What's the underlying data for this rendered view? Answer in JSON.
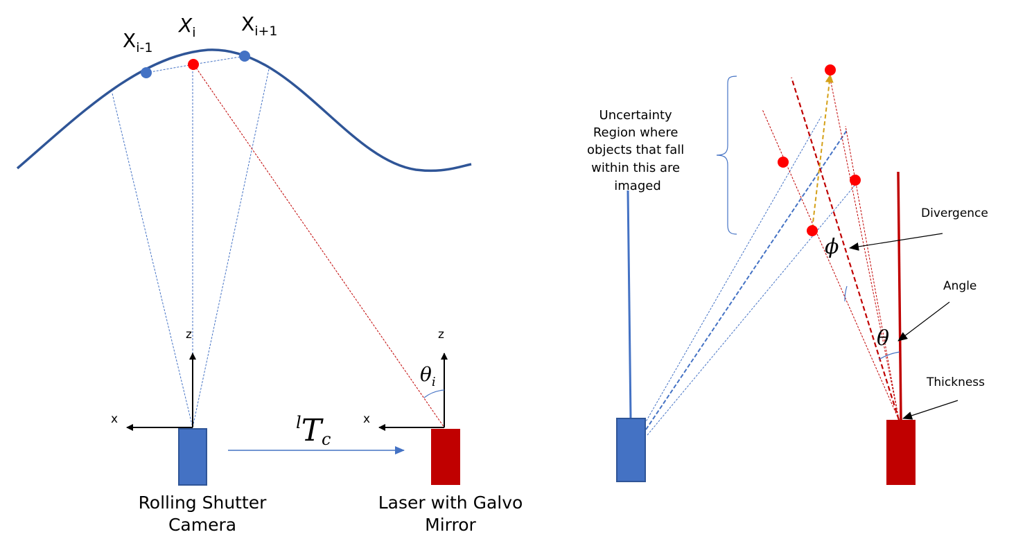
{
  "left_panel": {
    "points": {
      "prev": {
        "base": "X",
        "sub": "i-1"
      },
      "curr": {
        "base": "X",
        "sub": "i"
      },
      "next": {
        "base": "X",
        "sub": "i+1"
      }
    },
    "camera": {
      "label_line1": "Rolling Shutter",
      "label_line2": "Camera",
      "axis_z": "z",
      "axis_x": "x"
    },
    "laser": {
      "label_line1": "Laser with Galvo",
      "label_line2": "Mirror",
      "axis_z": "z",
      "axis_x": "x",
      "angle": {
        "base": "θ",
        "sub": "i"
      }
    },
    "transform": {
      "sup": "l",
      "base": "T",
      "sub": "c"
    }
  },
  "right_panel": {
    "uncertainty_label": [
      "Uncertainty",
      "Region where",
      "objects that fall",
      "within this are",
      "imaged"
    ],
    "divergence_label": "Divergence",
    "divergence_symbol": "ϕ",
    "angle_label": "Angle",
    "angle_symbol": "θ",
    "thickness_label": "Thickness"
  },
  "colors": {
    "camera_blue": "#4472C4",
    "laser_red": "#C00000",
    "curve_navy": "#2F5597",
    "point_red": "#FF0000",
    "dashed_gold": "#D4A017"
  }
}
